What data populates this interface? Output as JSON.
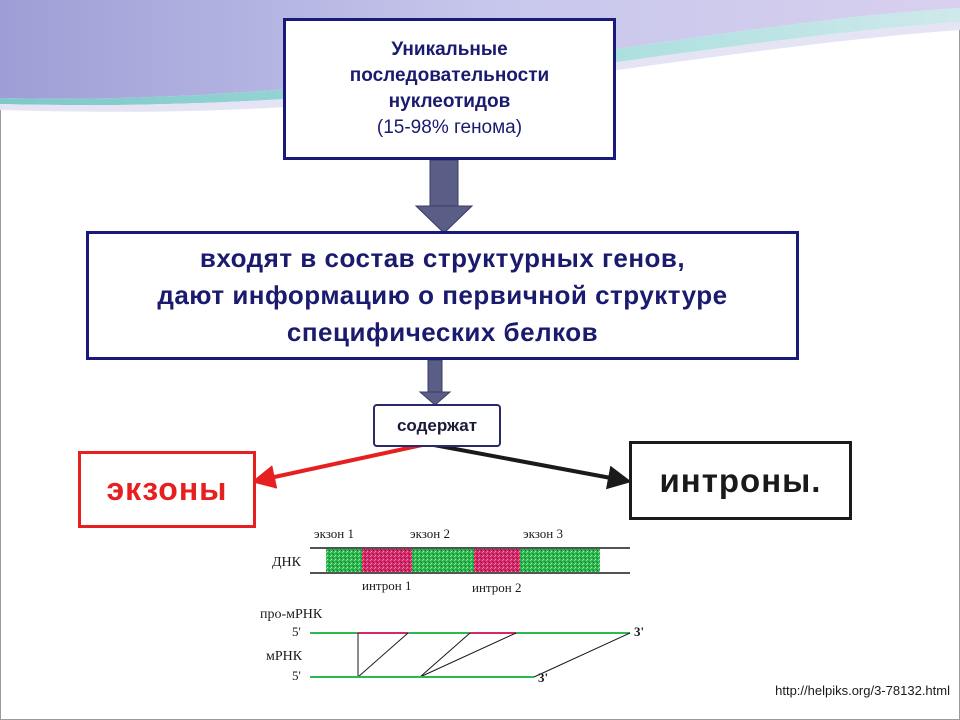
{
  "top_box": {
    "line1": "Уникальные",
    "line2": "последовательности",
    "line3": "нуклеотидов",
    "line4": "(15-98% генома)"
  },
  "middle_box": {
    "line1": "входят в состав структурных генов,",
    "line2": "дают информацию о первичной структуре",
    "line3": "специфических белков"
  },
  "contains_label": "содержат",
  "exons_label": "экзоны",
  "introns_label": "интроны.",
  "gene_diagram": {
    "exon1": "экзон 1",
    "exon2": "экзон 2",
    "exon3": "экзон 3",
    "dna_label": "ДНК",
    "intron1": "интрон 1",
    "intron2": "интрон 2",
    "pre_mrna_label": "про-мРНК",
    "mrna_label": "мРНК",
    "five_prime_top": "5'",
    "three_prime_top": "3'",
    "five_prime_bottom": "5'",
    "three_prime_bottom": "3'"
  },
  "source_url": "http://helpiks.org/3-78132.html",
  "colors": {
    "box_border": "#1a1a7a",
    "exon_red": "#e62020",
    "exon_green": "#2fb84f",
    "intron_pink": "#d42a6a",
    "arrow_fill": "#5a5d86"
  }
}
